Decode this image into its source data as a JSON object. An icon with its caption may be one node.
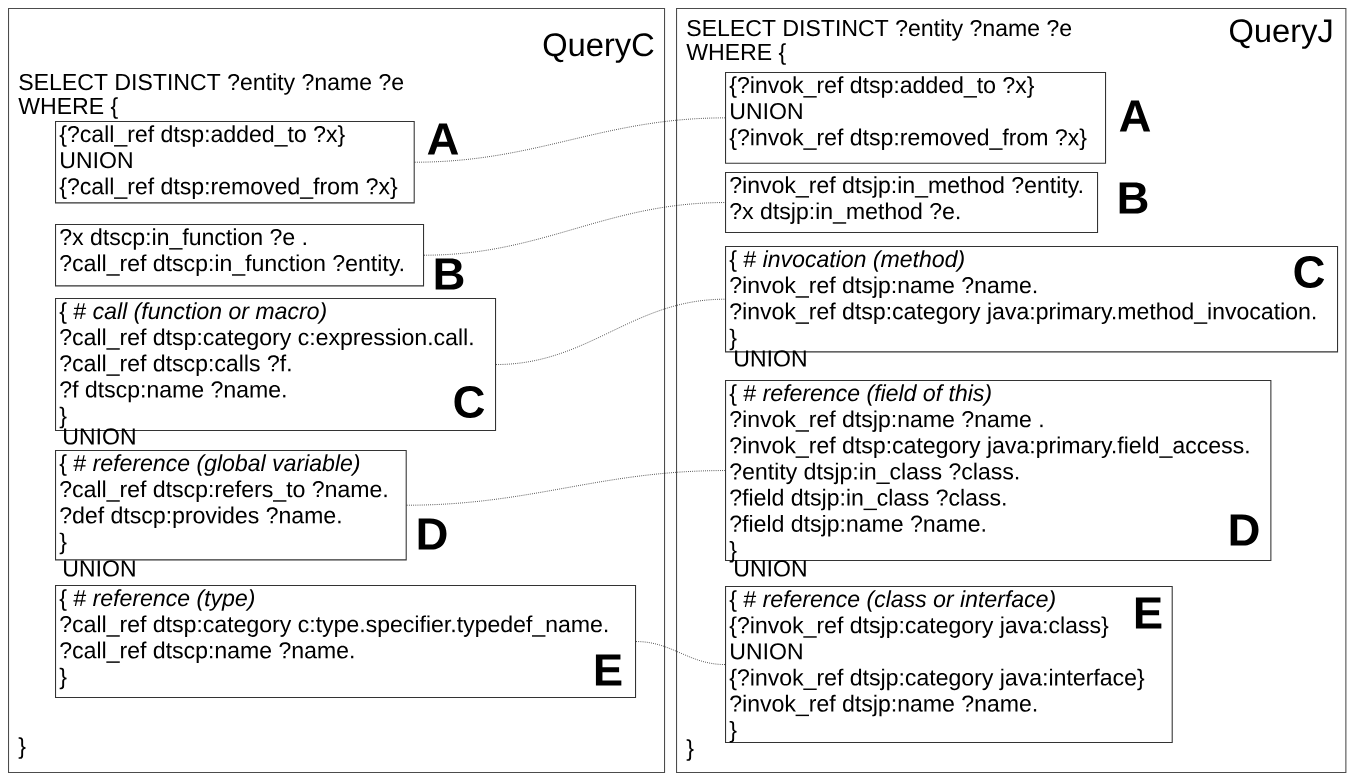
{
  "diagram": {
    "nodes": [
      {
        "text": [
          "QueryC",
          "SELECT DISTINCT ?entity ?name ?e",
          "WHERE {",
          "}"
        ]
      },
      {
        "text": [
          "{?call_ref dtsp:added_to ?x}",
          "UNION",
          "{?call_ref dtsp:removed_from ?x}"
        ],
        "in": 0,
        "beside": [
          "A"
        ]
      },
      {
        "text": [
          "?x dtscp:in_function ?e .",
          "?call_ref dtscp:in_function ?entity."
        ],
        "in": 0,
        "beside": [
          "B"
        ]
      },
      {
        "text": [
          "{ # *call (function or macro)*",
          "?call_ref dtsp:category c:expression.call.",
          "?call_ref dtscp:calls ?f.",
          "?f dtscp:name ?name.",
          "C",
          "}"
        ],
        "in": 0
      },
      {
        "text": [
          "{ # *reference (global variable)*",
          "?call_ref dtscp:refers_to ?name.",
          "?def dtscp:provides ?name.",
          "}"
        ],
        "in": 0,
        "beside": [
          "D"
        ]
      },
      {
        "text": [
          "{ # *reference (type)*",
          "?call_ref dtsp:category c:type.specifier.typedef_name.",
          "?call_ref dtscp:name ?name.",
          "}",
          "E"
        ],
        "in": 0
      },
      {
        "text": [
          "SELECT DISTINCT ?entity ?name ?e",
          "QueryJ",
          "WHERE {",
          "}"
        ]
      },
      {
        "text": [
          "{?invok_ref dtsp:added_to ?x}",
          "UNION",
          "{?invok_ref dtsp:removed_from ?x}"
        ],
        "in": 6,
        "beside": [
          "A"
        ]
      },
      {
        "text": [
          "?invok_ref dtsjp:in_method ?entity.",
          "?x dtsjp:in_method ?e."
        ],
        "in": 6,
        "beside": [
          "B"
        ]
      },
      {
        "text": [
          "{ # *invocation (method)*",
          "C",
          "?invok_ref dtsjp:name ?name.",
          "?invok_ref dtsp:category java:primary.method_invocation.",
          "}"
        ],
        "in": 6
      },
      {
        "text": [
          "{ # *reference (field of this)*",
          "?invok_ref dtsjp:name ?name .",
          "?invok_ref dtsp:category java:primary.field_access.",
          "?entity dtsjp:in_class ?class.",
          "?field dtsjp:in_class ?class.",
          "?field dtsjp:name ?name.",
          "D",
          "}"
        ],
        "in": 6
      },
      {
        "text": [
          "{ # *reference (class or interface)*",
          "E",
          "{?invok_ref dtsjp:category java:class}",
          "UNION",
          "{?invok_ref dtsjp:category java:interface}",
          "?invok_ref dtsjp:name ?name.",
          "}"
        ],
        "in": 6
      }
    ],
    "edges": [
      {
        "from": 1,
        "to": 7,
        "arrow": "none",
        "style": "dashed"
      },
      {
        "from": 2,
        "to": 8,
        "arrow": "none",
        "style": "dashed"
      },
      {
        "from": 3,
        "to": 9,
        "arrow": "none",
        "style": "dashed"
      },
      {
        "from": 4,
        "to": 10,
        "arrow": "none",
        "style": "dashed"
      },
      {
        "from": 5,
        "to": 11,
        "arrow": "none",
        "style": "dashed"
      }
    ],
    "labels": [
      "UNION",
      "UNION",
      "UNION",
      "UNION"
    ]
  }
}
